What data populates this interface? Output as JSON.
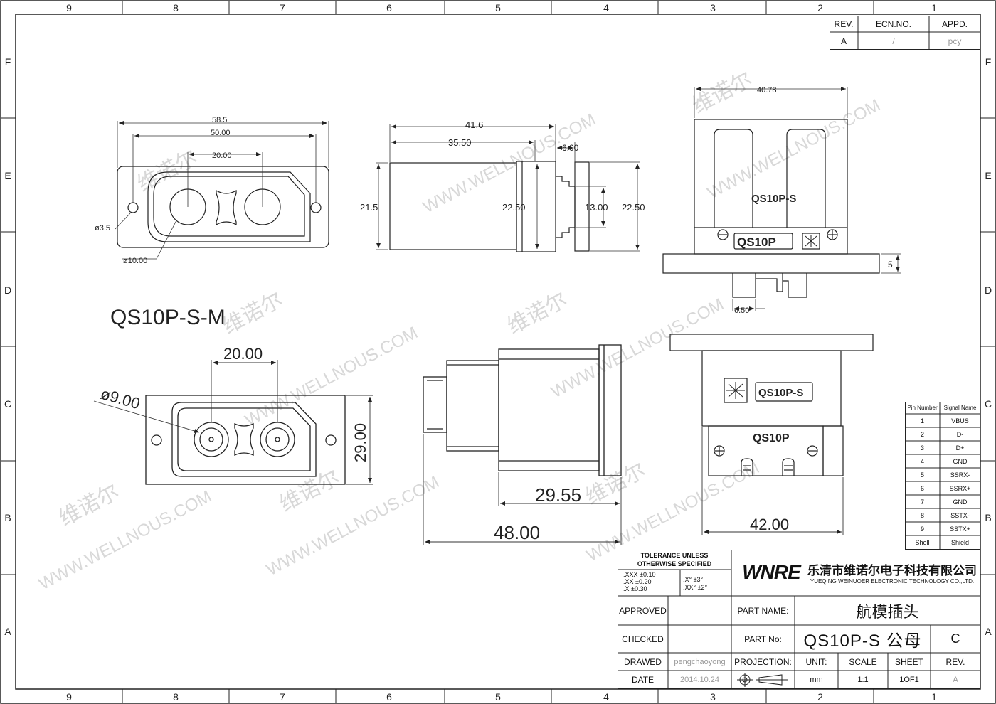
{
  "sheet": {
    "border_cols_top": [
      "9",
      "8",
      "7",
      "6",
      "5",
      "4",
      "3",
      "2",
      "1"
    ],
    "border_rows": [
      "F",
      "E",
      "D",
      "C",
      "B",
      "A"
    ]
  },
  "revision": {
    "headers": [
      "REV.",
      "ECN.NO.",
      "APPD."
    ],
    "row": [
      "A",
      "/",
      "pcy"
    ]
  },
  "dims": {
    "top_front": {
      "w1": "58.5",
      "w2": "50.00",
      "w3": "20.00",
      "hole": "ø3.5",
      "bore": "ø10.00"
    },
    "top_side": {
      "l1": "41.6",
      "l2": "35.50",
      "l3": "6.00",
      "h1": "21.5",
      "h2": "22.50",
      "h3": "13.00",
      "h4": "22.50"
    },
    "top_right": {
      "w": "40.78",
      "label1": "QS10P-S",
      "label2": "QS10P",
      "d1": "5",
      "d2": "6.50"
    },
    "bottom_front": {
      "title": "QS10P-S-M",
      "w": "20.00",
      "d": "ø9.00",
      "h": "29.00"
    },
    "bottom_side": {
      "l1": "29.55",
      "l2": "48.00"
    },
    "bottom_right": {
      "label1": "QS10P-S",
      "label2": "QS10P",
      "w": "42.00"
    }
  },
  "watermark": {
    "cn": "维诺尔",
    "en": "WWW.WELLNOUS.COM"
  },
  "pin_table": {
    "headers": [
      "Pin Number",
      "Signal Name"
    ],
    "rows": [
      [
        "1",
        "VBUS"
      ],
      [
        "2",
        "D-"
      ],
      [
        "3",
        "D+"
      ],
      [
        "4",
        "GND"
      ],
      [
        "5",
        "SSRX-"
      ],
      [
        "6",
        "SSRX+"
      ],
      [
        "7",
        "GND"
      ],
      [
        "8",
        "SSTX-"
      ],
      [
        "9",
        "SSTX+"
      ],
      [
        "Shell",
        "Shield"
      ]
    ]
  },
  "title_block": {
    "tolerance_title_1": "TOLERANCE  UNLESS",
    "tolerance_title_2": "OTHERWISE  SPECIFIED",
    "tol_xxx": ".XXX  ±0.10",
    "tol_xx": ".XX    ±0.20",
    "tol_x": ".X       ±0.30",
    "tol_ang1": ".X°      ±3°",
    "tol_ang2": ".XX°    ±2°",
    "logo": "WNRE",
    "company_cn": "乐清市维诺尔电子科技有限公司",
    "company_en": "YUEQING WEINUOER ELECTRONIC TECHNOLOGY CO.,LTD.",
    "approved_label": "APPROVED",
    "checked_label": "CHECKED",
    "drawed_label": "DRAWED",
    "drawed_value": "pengchaoyong",
    "date_label": "DATE",
    "date_value": "2014.10.24",
    "part_name_label": "PART  NAME:",
    "part_name_value": "航模插头",
    "part_no_label": "PART  No:",
    "part_no_value": "QS10P-S 公母",
    "part_no_rev": "C",
    "projection_label": "PROJECTION:",
    "unit_label": "UNIT:",
    "unit_value": "mm",
    "scale_label": "SCALE",
    "scale_value": "1:1",
    "sheet_label": "SHEET",
    "sheet_value": "1OF1",
    "rev_label": "REV.",
    "rev_value": "A"
  }
}
